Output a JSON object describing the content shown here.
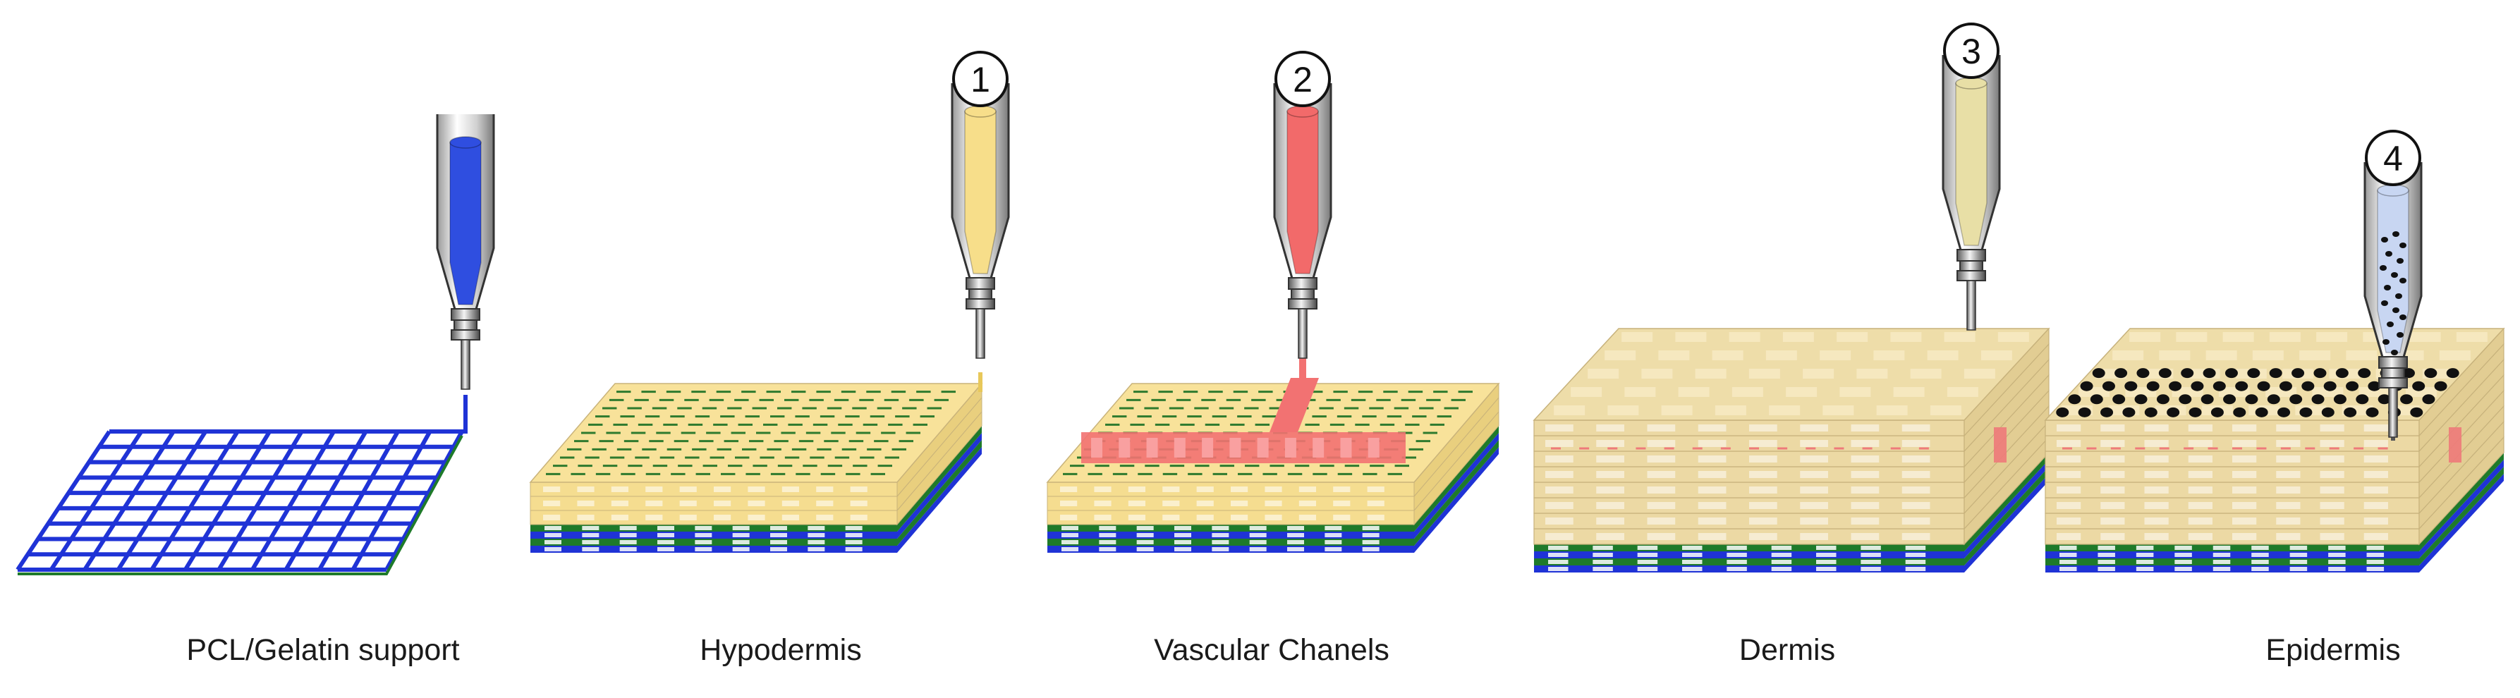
{
  "stages": [
    {
      "label": "PCL/Gelatin support",
      "step_number": "",
      "ink_color": "#2f4ee0"
    },
    {
      "label": "Hypodermis",
      "step_number": "1",
      "ink_color": "#f7de8a"
    },
    {
      "label": "Vascular Chanels",
      "step_number": "2",
      "ink_color": "#f26a6a"
    },
    {
      "label": "Dermis",
      "step_number": "3",
      "ink_color": "#e8dfa6"
    },
    {
      "label": "Epidermis",
      "step_number": "4",
      "ink_color": "#c8d6f2"
    }
  ],
  "colors": {
    "support_grid": "#1f33d6",
    "support_grid_edge": "#1e7a2a",
    "hypodermis": "#f8e29a",
    "dermis": "#ecd9a4",
    "vascular": "#f27272",
    "epidermis_dots": "#111111",
    "cell_dots": "#111111"
  }
}
